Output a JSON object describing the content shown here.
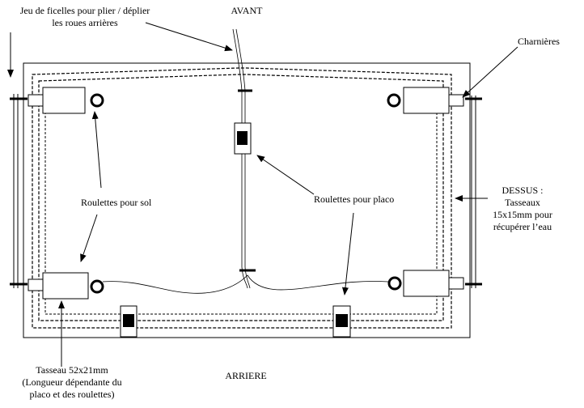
{
  "labels": {
    "front": "AVANT",
    "rear": "ARRIERE",
    "strings": [
      "Jeu de ficelles pour plier / déplier",
      "les roues arrières"
    ],
    "hinges": "Charnières",
    "floor_wheels": "Roulettes pour sol",
    "placo_wheels": "Roulettes pour placo",
    "top": [
      "DESSUS :",
      "Tasseaux",
      "15x15mm pour",
      "récupérer l’eau"
    ],
    "batten": [
      "Tasseau 52x21mm",
      "(Longueur dépendante du",
      "placo et des roulettes)"
    ]
  },
  "colors": {
    "stroke": "#000000",
    "background": "#ffffff"
  }
}
